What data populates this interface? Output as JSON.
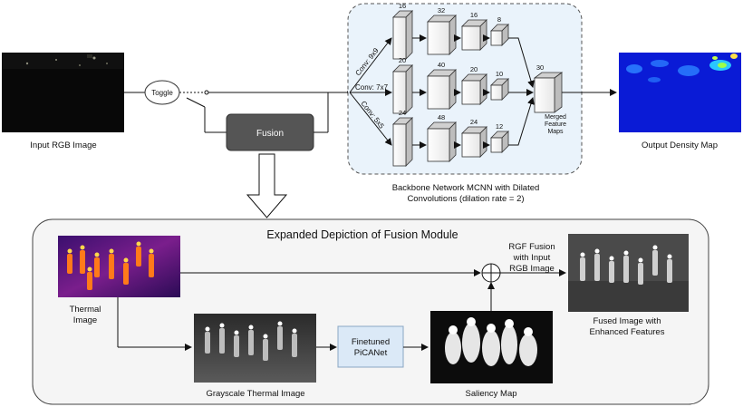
{
  "top": {
    "input_label": "Input RGB Image",
    "toggle_label": "Toggle",
    "fusion_label": "Fusion",
    "conv_labels": [
      "Conv: 9x9",
      "Conv: 7x7",
      "Conv: 5x5"
    ],
    "branch_channels": [
      [
        "16",
        "32",
        "16",
        "8"
      ],
      [
        "20",
        "40",
        "20",
        "10"
      ],
      [
        "24",
        "48",
        "24",
        "12"
      ]
    ],
    "merged_channels": "30",
    "merged_label": [
      "Merged",
      "Feature",
      "Maps"
    ],
    "backbone_caption": [
      "Backbone Network MCNN with Dilated",
      "Convolutions (dilation rate = 2)"
    ],
    "output_label": "Output Density Map"
  },
  "bottom": {
    "title": "Expanded Depiction of Fusion Module",
    "thermal_label": [
      "Thermal",
      "Image"
    ],
    "grayscale_label": "Grayscale Thermal Image",
    "picanet_label": [
      "Finetuned",
      "PiCANet"
    ],
    "saliency_label": "Saliency Map",
    "rgf_label": [
      "RGF Fusion",
      "with Input",
      "RGB Image"
    ],
    "fused_label": [
      "Fused Image with",
      "Enhanced Features"
    ]
  },
  "colors": {
    "fusion_box": "#555555",
    "backbone_bg": "#eaf3fb",
    "picanet_bg": "#dbe9f7",
    "density_bg": "#0a1bd6",
    "thermal_bg": "#5a1a8c"
  }
}
